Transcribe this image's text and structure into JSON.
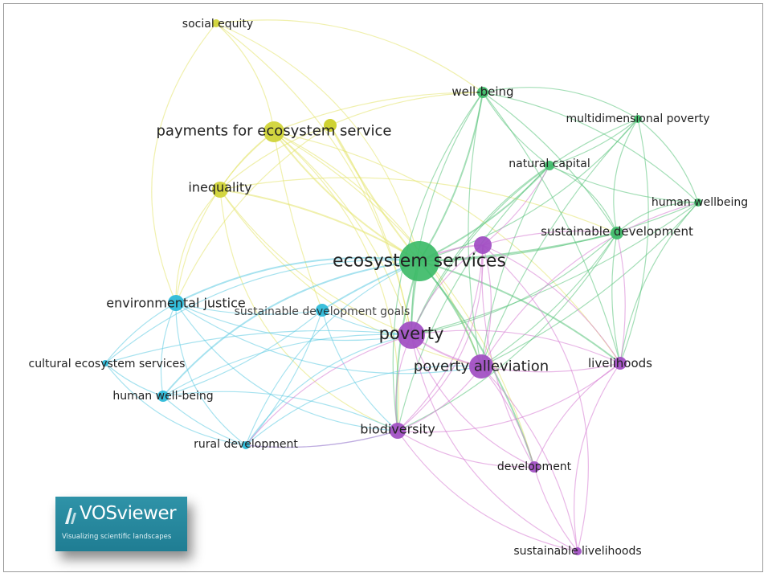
{
  "logo": {
    "title": "VOSviewer",
    "tagline": "Visualizing scientific landscapes"
  },
  "cluster_colors": {
    "yellow": "#cfd233",
    "green": "#3dbb68",
    "cyan": "#27b8d8",
    "purple": "#a04cc2"
  },
  "link_colors": {
    "yellow": "#e3e36a",
    "green": "#58c27a",
    "cyan": "#5ccae2",
    "purple": "#d57ad2"
  },
  "nodes": [
    {
      "id": "social-equity",
      "label": "social equity",
      "cluster": "yellow"
    },
    {
      "id": "payments-for-ecosystem-service",
      "label": "payments for ecosystem service",
      "cluster": "yellow"
    },
    {
      "id": "inequality",
      "label": "inequality",
      "cluster": "yellow"
    },
    {
      "id": "well-being",
      "label": "well-being",
      "cluster": "green"
    },
    {
      "id": "multidimensional-poverty",
      "label": "multidimensional poverty",
      "cluster": "green"
    },
    {
      "id": "natural-capital",
      "label": "natural capital",
      "cluster": "green"
    },
    {
      "id": "human-wellbeing",
      "label": "human wellbeing",
      "cluster": "green"
    },
    {
      "id": "sustainable-development",
      "label": "sustainable development",
      "cluster": "green"
    },
    {
      "id": "ecosystem-services",
      "label": "ecosystem services",
      "cluster": "green"
    },
    {
      "id": "environmental-justice",
      "label": "environmental justice",
      "cluster": "cyan"
    },
    {
      "id": "sustainable-development-goals",
      "label": "sustainable development goals",
      "cluster": "cyan"
    },
    {
      "id": "cultural-ecosystem-services",
      "label": "cultural ecosystem services",
      "cluster": "cyan"
    },
    {
      "id": "human-well-being",
      "label": "human well-being",
      "cluster": "cyan"
    },
    {
      "id": "rural-development",
      "label": "rural development",
      "cluster": "cyan"
    },
    {
      "id": "poverty",
      "label": "poverty",
      "cluster": "purple"
    },
    {
      "id": "poverty-alleviation",
      "label": "poverty alleviation",
      "cluster": "purple"
    },
    {
      "id": "livelihoods",
      "label": "livelihoods",
      "cluster": "purple"
    },
    {
      "id": "biodiversity",
      "label": "biodiversity",
      "cluster": "purple"
    },
    {
      "id": "development",
      "label": "development",
      "cluster": "purple"
    },
    {
      "id": "sustainable-livelihoods",
      "label": "sustainable livelihoods",
      "cluster": "purple"
    },
    {
      "id": "unlabeled-purple",
      "label": "",
      "cluster": "purple"
    }
  ]
}
